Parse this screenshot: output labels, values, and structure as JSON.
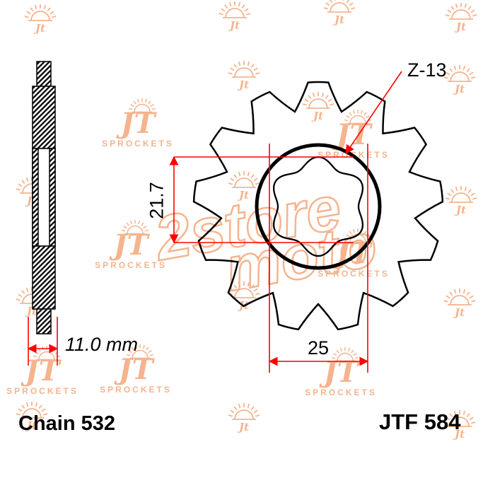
{
  "part": {
    "part_number": "JTF 584",
    "chain_label": "Chain 532",
    "teeth_label": "Z-13",
    "teeth_count": 13
  },
  "dimensions": {
    "bore_height": "21.7",
    "bore_width": "25",
    "hub_width": "11.0 mm"
  },
  "watermark": {
    "monogram": "Jt",
    "brand": "JT",
    "brand_sub": "SPROCKETS",
    "overlay_line1": "2store",
    "overlay_line2": "moto"
  },
  "colors": {
    "dimension_red": "#ff0000",
    "drawing_black": "#000000",
    "watermark_orange": "#f5b48e"
  }
}
